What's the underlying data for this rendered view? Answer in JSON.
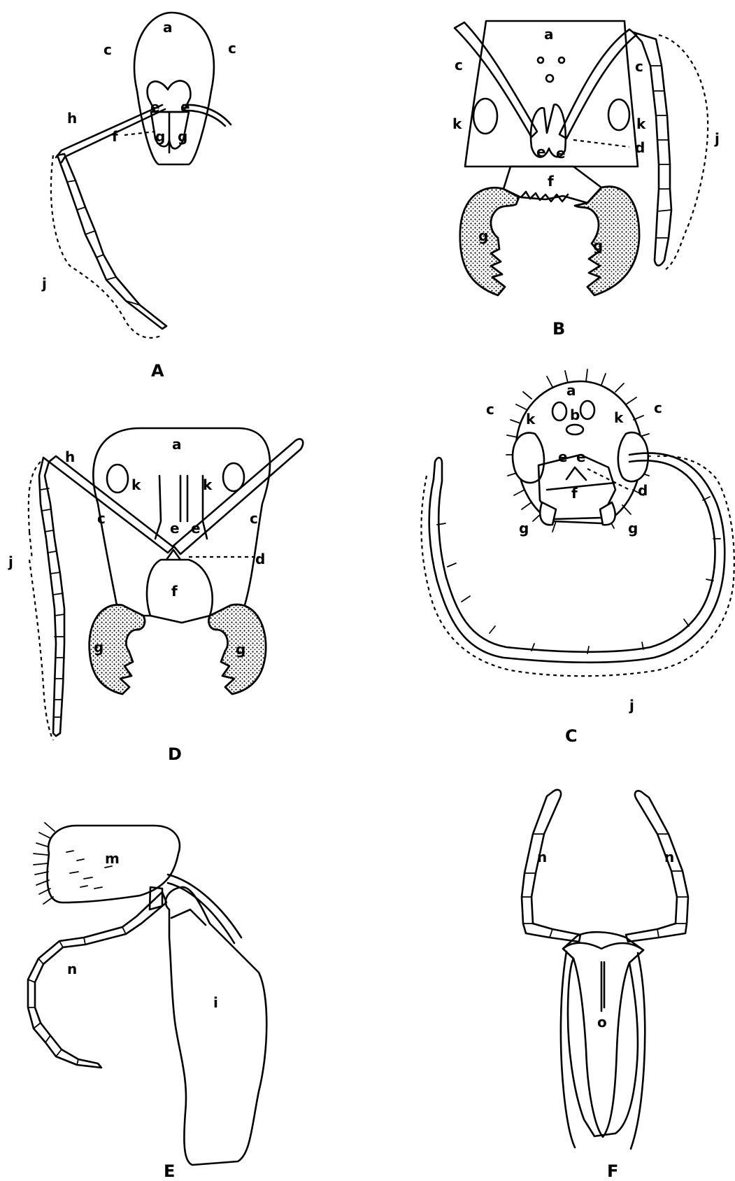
{
  "figure": {
    "panel_captions": {
      "A": "A",
      "B": "B",
      "C": "C",
      "D": "D",
      "E": "E",
      "F": "F"
    },
    "part_letters": {
      "a": "a",
      "b": "b",
      "c": "c",
      "d": "d",
      "e": "e",
      "f": "f",
      "g": "g",
      "h": "h",
      "i": "i",
      "j": "j",
      "k": "k",
      "m": "m",
      "n": "n",
      "o": "o"
    }
  }
}
